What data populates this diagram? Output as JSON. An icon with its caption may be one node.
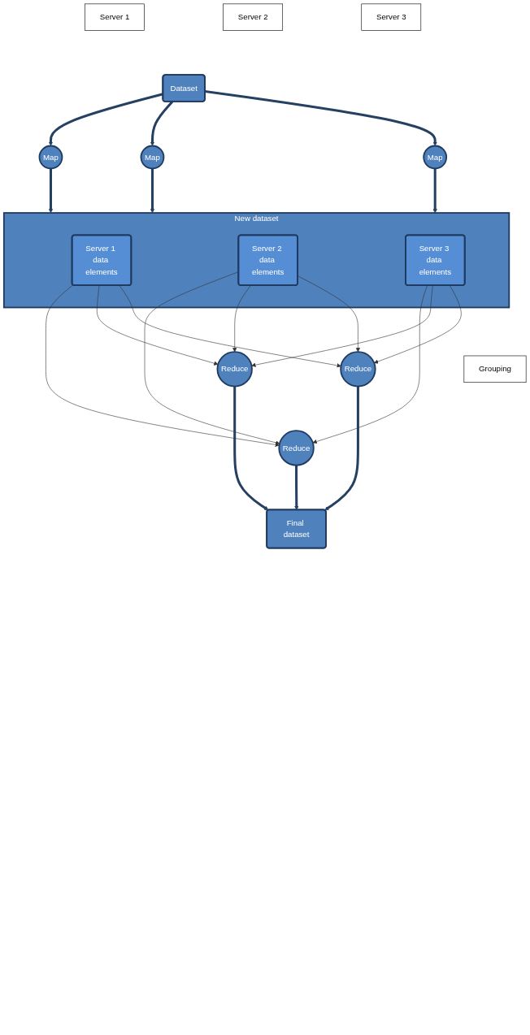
{
  "diagram": {
    "nodes": [
      {
        "text": [
          "Server 1"
        ]
      },
      {
        "text": [
          "Server 2"
        ]
      },
      {
        "text": [
          "Server 3"
        ]
      },
      {
        "text": [
          "Dataset"
        ]
      },
      {
        "text": [
          "Map"
        ]
      },
      {
        "text": [
          "Map"
        ]
      },
      {
        "text": [
          "Map"
        ]
      },
      {
        "text": [
          "New dataset"
        ]
      },
      {
        "text": [
          "Server 1 data elements"
        ],
        "in": 7
      },
      {
        "text": [
          "Server 2 data elements"
        ],
        "in": 7
      },
      {
        "text": [
          "Server 3 data elements"
        ],
        "in": 7
      },
      {
        "text": [
          "Grouping"
        ]
      },
      {
        "text": [
          "Reduce"
        ]
      },
      {
        "text": [
          "Reduce"
        ]
      },
      {
        "text": [
          "Reduce"
        ]
      },
      {
        "text": [
          "Final dataset"
        ]
      }
    ],
    "edges": [
      {
        "from": 3,
        "to": 4,
        "arrow": "to",
        "style": "thick",
        "color": "#254061"
      },
      {
        "from": 3,
        "to": 5,
        "arrow": "to",
        "style": "thick",
        "color": "#254061"
      },
      {
        "from": 3,
        "to": 6,
        "arrow": "to",
        "style": "thick",
        "color": "#254061"
      },
      {
        "from": 4,
        "to": 7,
        "arrow": "to",
        "style": "thick",
        "color": "#254061"
      },
      {
        "from": 5,
        "to": 7,
        "arrow": "to",
        "style": "thick",
        "color": "#254061"
      },
      {
        "from": 6,
        "to": 7,
        "arrow": "to",
        "style": "thick",
        "color": "#254061"
      },
      {
        "from": 8,
        "to": 12,
        "arrow": "to"
      },
      {
        "from": 8,
        "to": 13,
        "arrow": "to"
      },
      {
        "from": 8,
        "to": 14,
        "arrow": "to"
      },
      {
        "from": 9,
        "to": 12,
        "arrow": "to"
      },
      {
        "from": 9,
        "to": 13,
        "arrow": "to"
      },
      {
        "from": 9,
        "to": 14,
        "arrow": "to"
      },
      {
        "from": 10,
        "to": 12,
        "arrow": "to"
      },
      {
        "from": 10,
        "to": 13,
        "arrow": "to"
      },
      {
        "from": 10,
        "to": 14,
        "arrow": "to"
      },
      {
        "from": 12,
        "to": 15,
        "arrow": "to",
        "style": "thick",
        "color": "#254061"
      },
      {
        "from": 13,
        "to": 15,
        "arrow": "to",
        "style": "thick",
        "color": "#254061"
      },
      {
        "from": 14,
        "to": 15,
        "arrow": "to",
        "style": "thick",
        "color": "#254061"
      }
    ]
  }
}
